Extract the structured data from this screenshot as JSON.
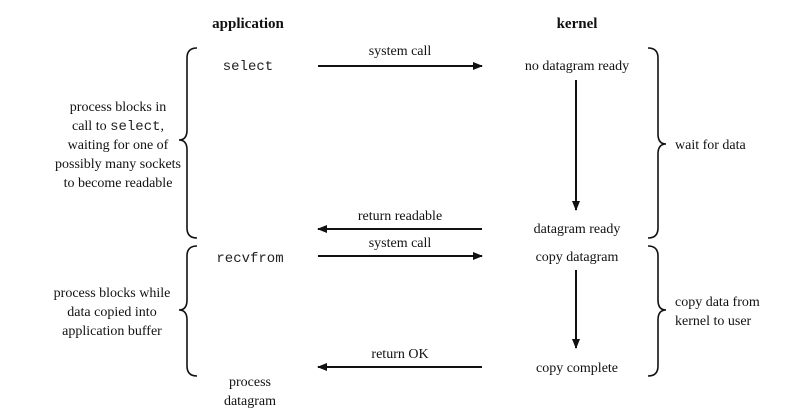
{
  "headers": {
    "application": "application",
    "kernel": "kernel"
  },
  "app_calls": {
    "select": "select",
    "recvfrom": "recvfrom",
    "process_line1": "process",
    "process_line2": "datagram"
  },
  "arrows": {
    "system_call_1": "system call",
    "return_readable": "return readable",
    "system_call_2": "system call",
    "return_ok": "return OK"
  },
  "kernel_states": {
    "no_datagram_ready": "no datagram ready",
    "datagram_ready": "datagram ready",
    "copy_datagram": "copy datagram",
    "copy_complete": "copy complete"
  },
  "left_notes": {
    "phase1": {
      "line1": "process blocks in",
      "line2_pre": "call to ",
      "line2_code": "select",
      "line2_post": ",",
      "line3": "waiting for one of",
      "line4": "possibly many sockets",
      "line5": "to become readable"
    },
    "phase2": {
      "line1": "process blocks while",
      "line2": "data copied into",
      "line3": "application buffer"
    }
  },
  "right_notes": {
    "wait_for_data": "wait for data",
    "copy_line1": "copy data from",
    "copy_line2": "kernel to user"
  }
}
